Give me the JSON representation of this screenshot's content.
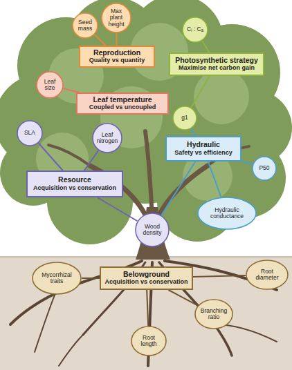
{
  "diagram": {
    "nodes": [
      {
        "text": [
          "Seed mass"
        ]
      },
      {
        "text": [
          "Max plant height"
        ]
      },
      {
        "text": [
          "Cᵢ : Cₐ"
        ]
      },
      {
        "text": [
          "Reproduction",
          "Quality vs quantity"
        ]
      },
      {
        "text": [
          "Photosynthetic strategy",
          "Maximise net carbon gain"
        ]
      },
      {
        "text": [
          "Leaf size"
        ]
      },
      {
        "text": [
          "Leaf temperature",
          "Coupled vs uncoupled"
        ]
      },
      {
        "text": [
          "SLA"
        ]
      },
      {
        "text": [
          "Leaf nitrogen"
        ]
      },
      {
        "text": [
          "g1"
        ]
      },
      {
        "text": [
          "Hydraulic",
          "Safety vs efficiency"
        ]
      },
      {
        "text": [
          "P50"
        ]
      },
      {
        "text": [
          "Resource",
          "Acquisition vs conservation"
        ]
      },
      {
        "text": [
          "Hydraulic conductance"
        ]
      },
      {
        "text": [
          "Wood density"
        ]
      },
      {
        "text": [
          "Belowground",
          "Acquisition vs conservation"
        ]
      },
      {
        "text": [
          "Mycorrhizal traits"
        ]
      },
      {
        "text": [
          "Root diameter"
        ]
      },
      {
        "text": [
          "Branching ratio"
        ]
      },
      {
        "text": [
          "Root length"
        ]
      }
    ],
    "edges": [
      {
        "from": 3,
        "to": 0,
        "arrow": "none"
      },
      {
        "from": 3,
        "to": 1,
        "arrow": "none"
      },
      {
        "from": 4,
        "to": 2,
        "arrow": "none"
      },
      {
        "from": 4,
        "to": 9,
        "arrow": "none"
      },
      {
        "from": 6,
        "to": 5,
        "arrow": "none"
      },
      {
        "from": 12,
        "to": 7,
        "arrow": "none"
      },
      {
        "from": 12,
        "to": 8,
        "arrow": "none"
      },
      {
        "from": 10,
        "to": 9,
        "arrow": "none"
      },
      {
        "from": 10,
        "to": 11,
        "arrow": "none"
      },
      {
        "from": 10,
        "to": 13,
        "arrow": "none"
      },
      {
        "from": 10,
        "to": 14,
        "arrow": "none"
      },
      {
        "from": 12,
        "to": 14,
        "arrow": "none"
      },
      {
        "from": 15,
        "to": 16,
        "arrow": "none"
      },
      {
        "from": 15,
        "to": 17,
        "arrow": "none"
      },
      {
        "from": 15,
        "to": 18,
        "arrow": "none"
      },
      {
        "from": 15,
        "to": 19,
        "arrow": "none"
      }
    ]
  }
}
